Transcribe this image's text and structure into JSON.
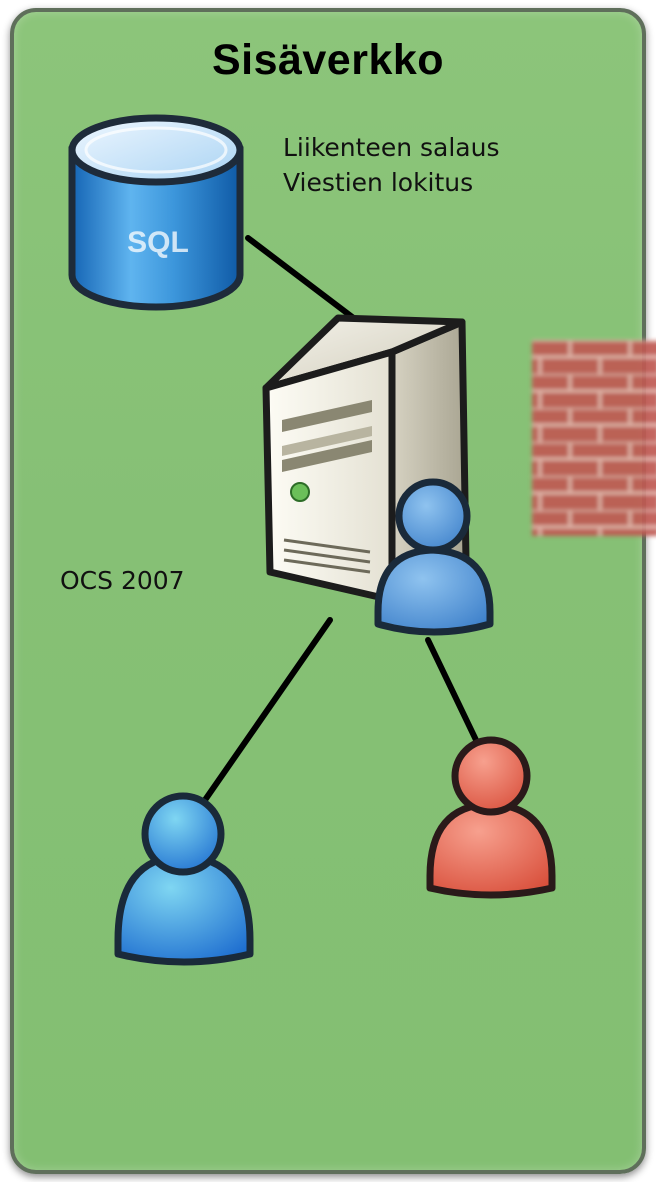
{
  "network": {
    "title": "Sisäverkko",
    "background_color": "#86c075"
  },
  "database": {
    "icon": "sql-database-icon",
    "label": "SQL",
    "notes": [
      "Liikenteen salaus",
      "Viestien lokitus"
    ]
  },
  "server": {
    "icon": "server-tower-icon",
    "label": "OCS 2007"
  },
  "firewall": {
    "icon": "brick-wall-icon",
    "color": "#b5504a"
  },
  "users": [
    {
      "icon": "user-icon",
      "color": "#4f8fd6"
    },
    {
      "icon": "user-icon",
      "color": "#3f8fe0"
    },
    {
      "icon": "user-icon",
      "color": "#e86a58"
    }
  ]
}
